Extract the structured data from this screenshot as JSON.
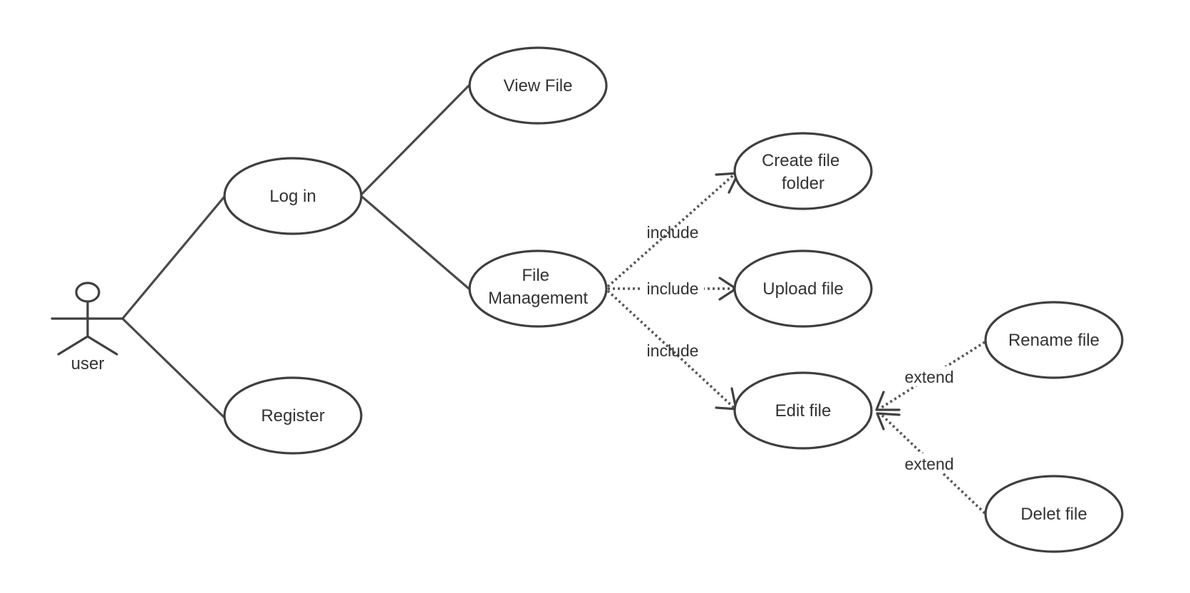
{
  "actor": {
    "label": "user"
  },
  "use_cases": {
    "login": "Log in",
    "register": "Register",
    "view_file": "View File",
    "file_management": [
      "File",
      "Management"
    ],
    "create_folder": [
      "Create file",
      "folder"
    ],
    "upload_file": "Upload file",
    "edit_file": "Edit file",
    "rename_file": "Rename file",
    "delete_file": "Delet file"
  },
  "relationships": {
    "include_create": "include",
    "include_upload": "include",
    "include_edit": "include",
    "extend_rename": "extend",
    "extend_delete": "extend"
  }
}
